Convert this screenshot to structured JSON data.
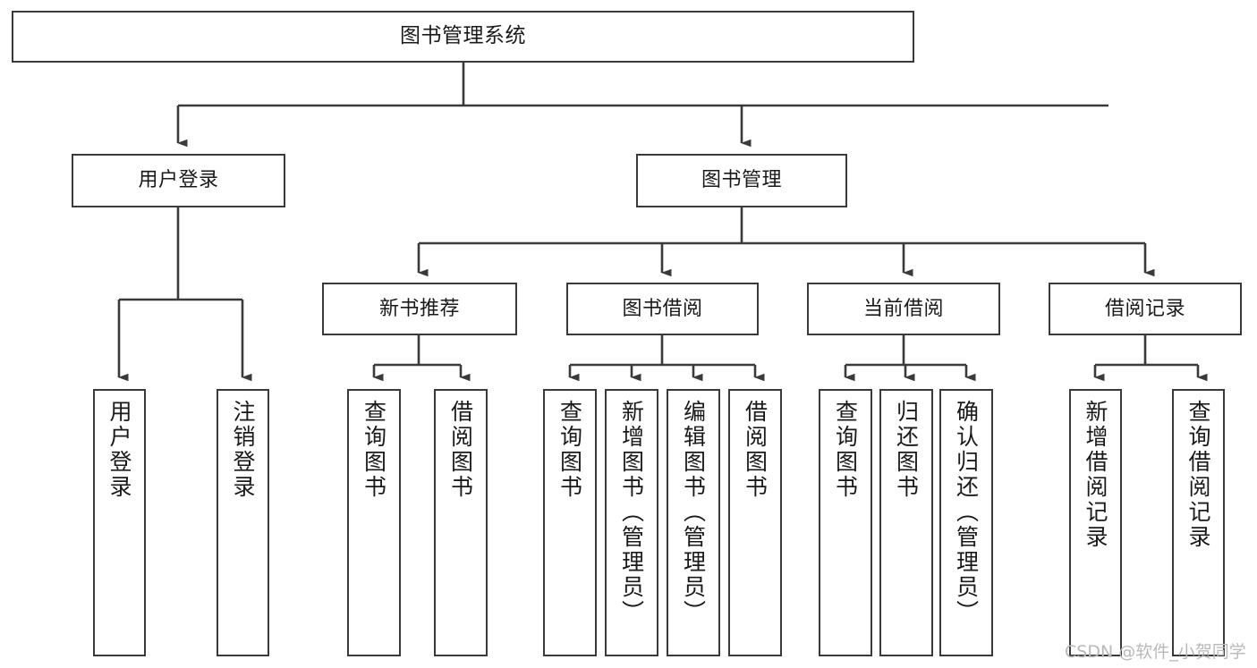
{
  "diagram": {
    "title": "图书管理系统",
    "type": "tree-hierarchy",
    "root": {
      "id": "root",
      "label": "图书管理系统"
    },
    "level1": [
      {
        "id": "user-login",
        "label": "用户登录"
      },
      {
        "id": "book-management",
        "label": "图书管理"
      }
    ],
    "level2": [
      {
        "id": "new-book-recommend",
        "label": "新书推荐",
        "parent": "book-management"
      },
      {
        "id": "book-borrow",
        "label": "图书借阅",
        "parent": "book-management"
      },
      {
        "id": "current-borrow",
        "label": "当前借阅",
        "parent": "book-management"
      },
      {
        "id": "borrow-record",
        "label": "借阅记录",
        "parent": "book-management"
      }
    ],
    "leaves": [
      {
        "id": "leaf-user-login",
        "label": "用户登录",
        "parent": "user-login"
      },
      {
        "id": "leaf-logout",
        "label": "注销登录",
        "parent": "user-login"
      },
      {
        "id": "leaf-query-book-1",
        "label": "查询图书",
        "parent": "new-book-recommend"
      },
      {
        "id": "leaf-borrow-book-1",
        "label": "借阅图书",
        "parent": "new-book-recommend"
      },
      {
        "id": "leaf-query-book-2",
        "label": "查询图书",
        "parent": "book-borrow"
      },
      {
        "id": "leaf-add-book",
        "label": "新增图书（管理员）",
        "parent": "book-borrow"
      },
      {
        "id": "leaf-edit-book",
        "label": "编辑图书（管理员）",
        "parent": "book-borrow"
      },
      {
        "id": "leaf-borrow-book-2",
        "label": "借阅图书",
        "parent": "book-borrow"
      },
      {
        "id": "leaf-query-book-3",
        "label": "查询图书",
        "parent": "current-borrow"
      },
      {
        "id": "leaf-return-book",
        "label": "归还图书",
        "parent": "current-borrow"
      },
      {
        "id": "leaf-confirm-return",
        "label": "确认归还（管理员）",
        "parent": "current-borrow"
      },
      {
        "id": "leaf-add-record",
        "label": "新增借阅记录",
        "parent": "borrow-record"
      },
      {
        "id": "leaf-query-record",
        "label": "查询借阅记录",
        "parent": "borrow-record"
      }
    ],
    "watermark": "CSDN @软件_小贺同学",
    "colors": {
      "border": "#3a3a3a",
      "background": "#ffffff",
      "text": "#1a1a1a",
      "edge": "#3a3a3a",
      "watermark": "#b9b9b9"
    }
  }
}
